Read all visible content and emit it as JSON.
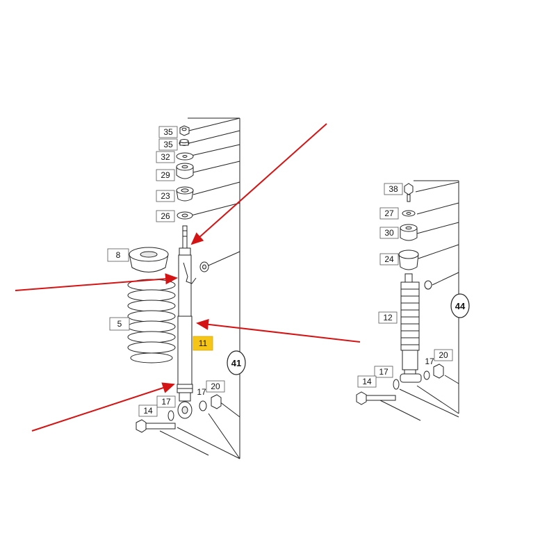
{
  "colors": {
    "arrow": "#d41414",
    "highlight": "#f5c518"
  },
  "assembly_left": {
    "group_number": "41",
    "labels": {
      "p35a": "35",
      "p35b": "35",
      "p32": "32",
      "p29": "29",
      "p23": "23",
      "p26": "26",
      "p8": "8",
      "p5": "5",
      "p11": "11",
      "p20": "20",
      "p17a": "17",
      "p17b": "17",
      "p14": "14"
    },
    "highlighted_part": "11"
  },
  "assembly_right": {
    "group_number": "44",
    "labels": {
      "p38": "38",
      "p27": "27",
      "p30": "30",
      "p24": "24",
      "p12": "12",
      "p20": "20",
      "p17a": "17",
      "p17b": "17",
      "p14": "14"
    }
  },
  "arrows": {
    "count": 4,
    "icon": "red-pointer-arrow"
  }
}
